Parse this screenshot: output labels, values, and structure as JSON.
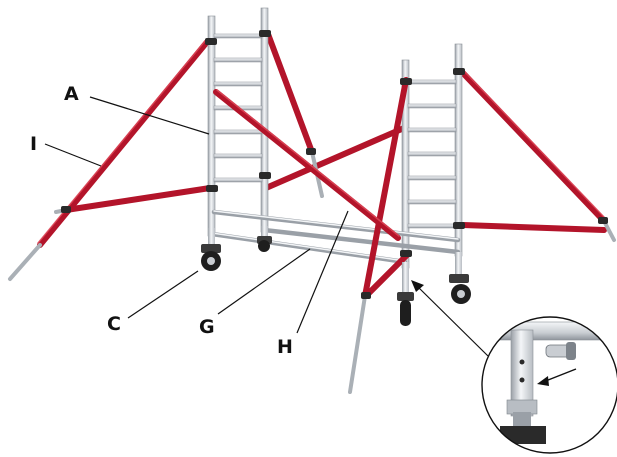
{
  "labels": {
    "A": "A",
    "I": "I",
    "C": "C",
    "G": "G",
    "H": "H"
  },
  "colors": {
    "brace_red": "#b3142a",
    "brace_highlight": "#e04a5a",
    "frame_silver": "#d9dde1",
    "frame_outline": "#8a9097",
    "clamp_dark": "#2a2a2a",
    "leader_line": "#111111"
  }
}
